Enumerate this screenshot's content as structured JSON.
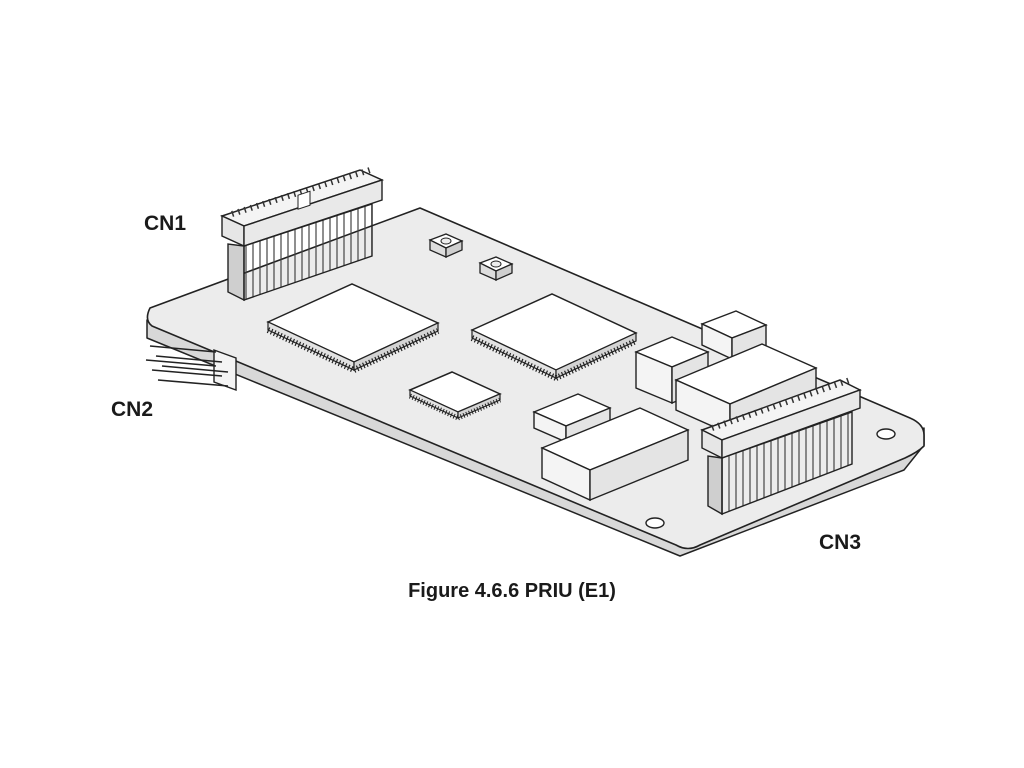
{
  "labels": {
    "cn1": "CN1",
    "cn2": "CN2",
    "cn3": "CN3"
  },
  "caption": "Figure 4.6.6 PRIU (E1)",
  "colors": {
    "board": "#ececec",
    "board_side": "#dadada",
    "chip": "#ffffff",
    "connector": "#d0d0d0",
    "outline": "#222222"
  }
}
